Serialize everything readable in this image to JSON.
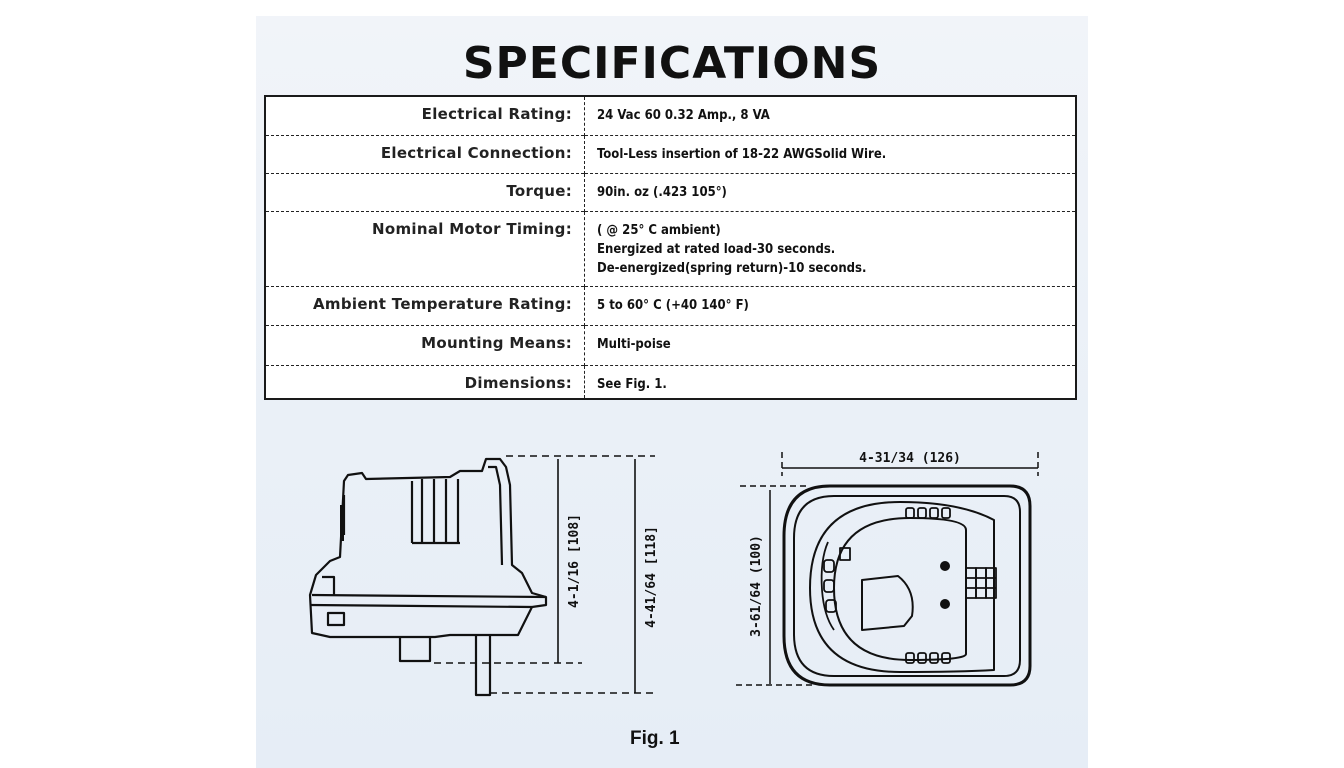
{
  "title": "SPECIFICATIONS",
  "specs": [
    {
      "label": "Electrical Rating:",
      "values": [
        "24 Vac 60 0.32 Amp., 8 VA"
      ]
    },
    {
      "label": "Electrical Connection:",
      "values": [
        "Tool-Less insertion of 18-22 AWGSolid Wire."
      ]
    },
    {
      "label": "Torque:",
      "values": [
        "90in. oz (.423 105°)"
      ]
    },
    {
      "label": "Nominal Motor Timing:",
      "values": [
        "( @ 25° C ambient)",
        "Energized at rated load-30 seconds.",
        "De-energized(spring return)-10 seconds."
      ]
    },
    {
      "label": "Ambient Temperature Rating:",
      "values": [
        "5 to 60° C (+40 140° F)"
      ]
    },
    {
      "label": "Mounting Means:",
      "values": [
        "Multi-poise"
      ]
    },
    {
      "label": "Dimensions:",
      "values": [
        "See Fig. 1."
      ]
    }
  ],
  "figure": {
    "dim_height_inner": "4-1/16 [108]",
    "dim_height_outer": "4-41/64 [118]",
    "dim_width": "4-31/34 (126)",
    "dim_depth": "3-61/64 (100)",
    "caption": "Fig. 1"
  }
}
